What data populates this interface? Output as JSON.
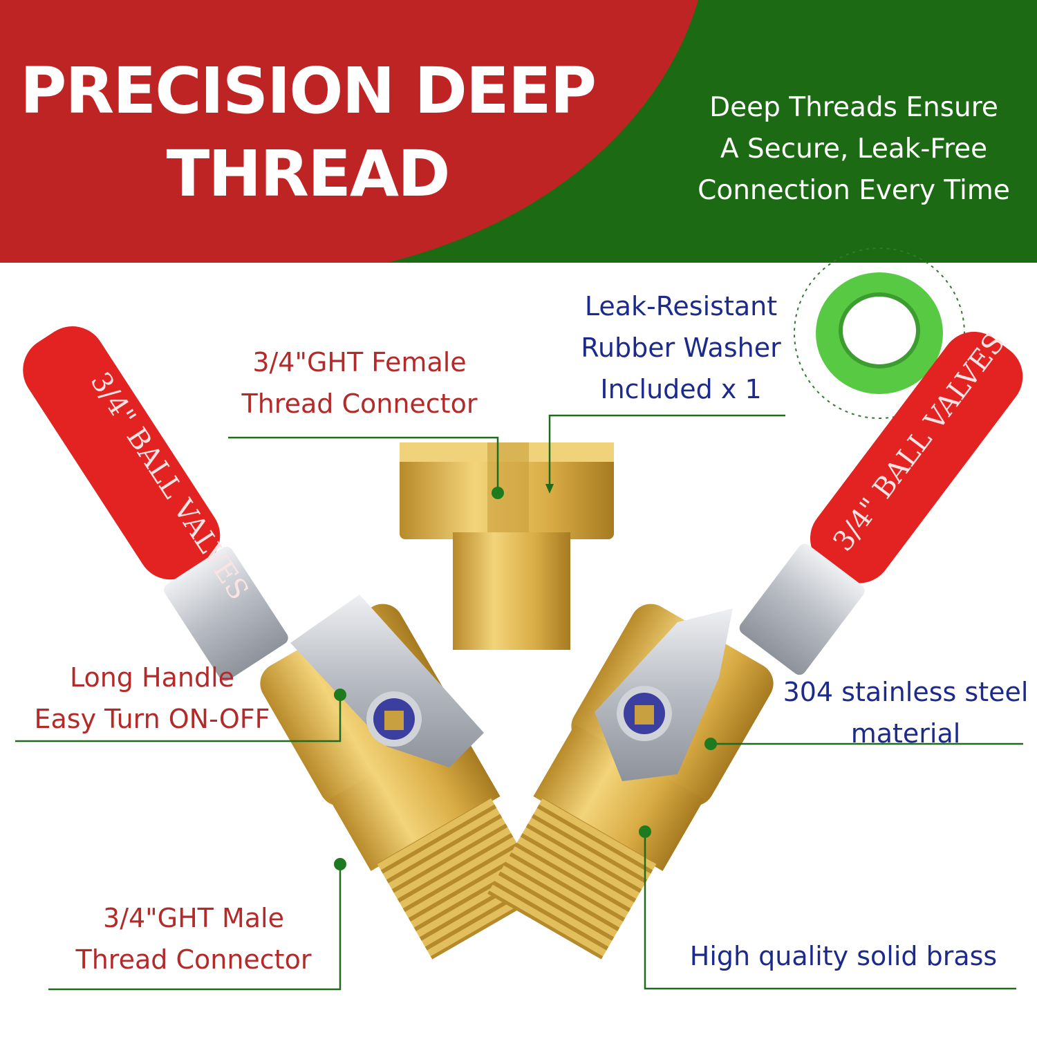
{
  "banner": {
    "headline_line1": "PRECISION DEEP",
    "headline_line2": "THREAD",
    "subtitle_lines": [
      "Deep Threads Ensure",
      "A Secure, Leak-Free",
      "Connection Every Time"
    ],
    "colors": {
      "red": "#bf2424",
      "green": "#1d6a14"
    }
  },
  "callouts": {
    "female_connector": [
      "3/4\"GHT Female",
      "Thread Connector"
    ],
    "washer": [
      "Leak-Resistant",
      "Rubber Washer",
      "Included x 1"
    ],
    "long_handle": [
      "Long Handle",
      "Easy Turn ON-OFF"
    ],
    "stainless": [
      "304 stainless steel",
      "material"
    ],
    "male_connector": [
      "3/4\"GHT Male",
      "Thread Connector"
    ],
    "brass": [
      "High quality solid brass"
    ]
  },
  "handle_labels": {
    "left": "3/4\" BALL VALVES",
    "right": "3/4\" BALL VALVES"
  },
  "colors": {
    "callout_red": "#b22a2a",
    "callout_blue": "#1c2a8c",
    "leader_green": "#1e6b1e",
    "brass": "#d9b24a",
    "handle_red": "#e32222",
    "steel": "#c3c6cc",
    "washer_green": "#4fbf3a"
  },
  "icons": [
    "washer-icon",
    "brass-y-valve"
  ]
}
